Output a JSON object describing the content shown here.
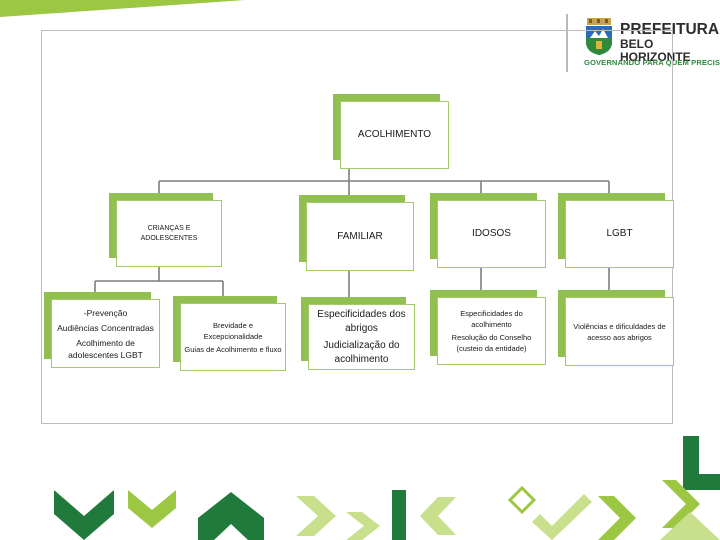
{
  "logo": {
    "line1": "PREFEITURA",
    "line2": "BELO HORIZONTE",
    "tagline": "GOVERNANDO PARA QUEM PRECISA"
  },
  "colors": {
    "node_shadow": "#92c050",
    "line": "#7f7f7f",
    "brand_dark_green": "#1f7a3c",
    "brand_light_green": "#9cc742"
  },
  "diagram": {
    "root": "ACOLHIMENTO",
    "level1": [
      {
        "label": "CRIANÇAS E ADOLESCENTES"
      },
      {
        "label": "FAMILIAR"
      },
      {
        "label": "IDOSOS"
      },
      {
        "label": "LGBT"
      }
    ],
    "children_criancas": [
      {
        "lines": [
          "-Prevenção",
          "Audiências Concentradas",
          "Acolhimento de adolescentes LGBT"
        ]
      },
      {
        "lines": [
          "Brevidade e Excepcionalidade",
          "Guias de Acolhimento e fluxo"
        ]
      }
    ],
    "child_familiar": {
      "lines": [
        "Especificidades dos abrigos",
        "Judicialização do acolhimento"
      ]
    },
    "child_idosos": {
      "lines": [
        "Especificidades do acolhimento",
        "Resolução do Conselho (custeio da entidade)"
      ]
    },
    "child_lgbt": {
      "lines": [
        "Violências e dificuldades de acesso aos abrigos"
      ]
    }
  }
}
